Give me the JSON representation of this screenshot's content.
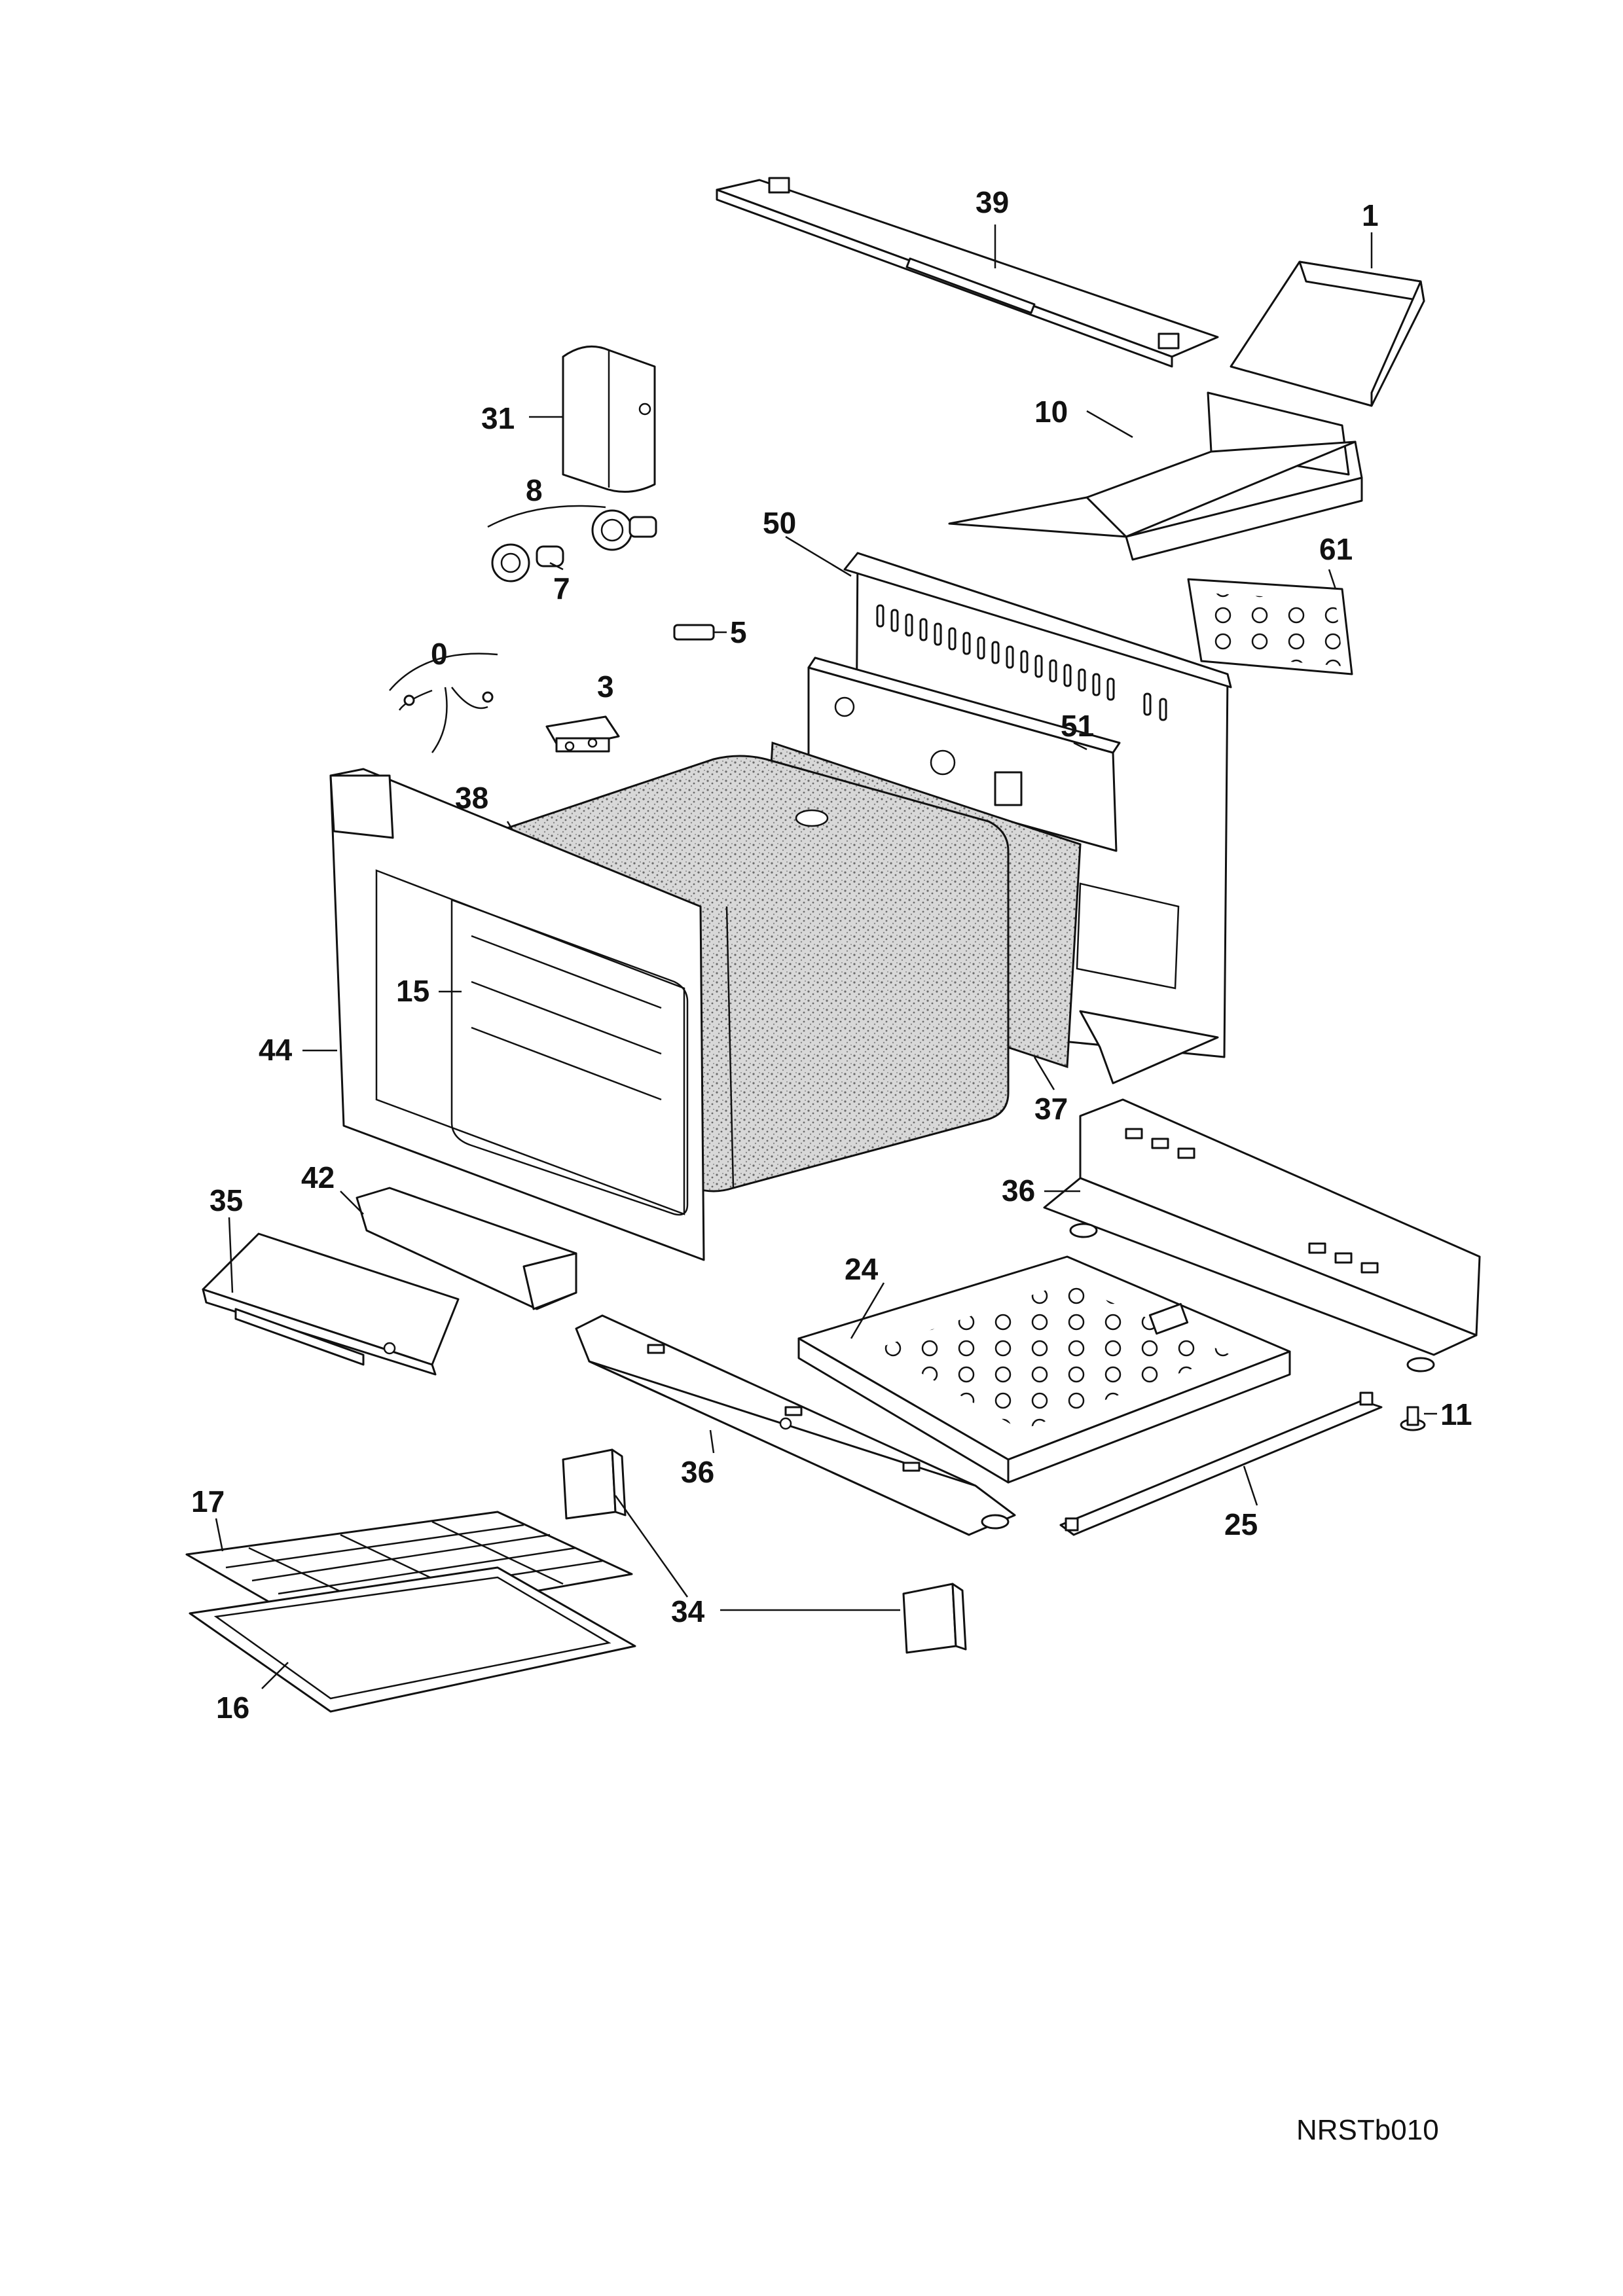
{
  "diagram": {
    "reference_code": "NRSTb010",
    "callouts": [
      "39",
      "1",
      "31",
      "10",
      "8",
      "50",
      "61",
      "7",
      "5",
      "0",
      "3",
      "51",
      "38",
      "15",
      "44",
      "37",
      "36",
      "42",
      "35",
      "24",
      "11",
      "36",
      "25",
      "17",
      "34",
      "16"
    ]
  }
}
